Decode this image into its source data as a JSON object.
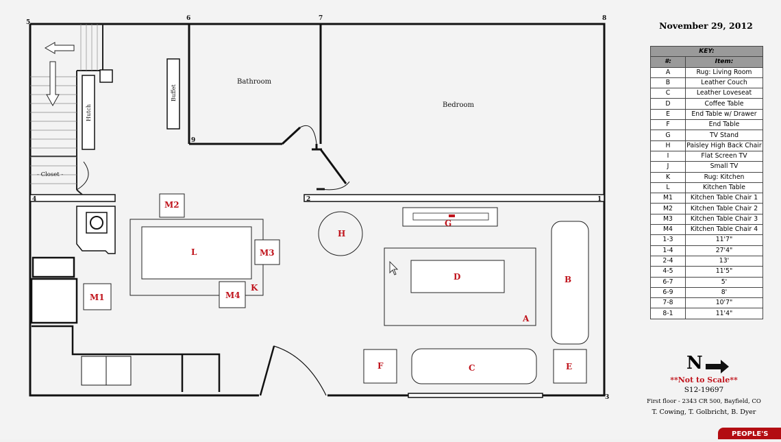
{
  "date": "November 29, 2012",
  "corner_labels": [
    "1",
    "2",
    "3",
    "4",
    "5",
    "6",
    "7",
    "8",
    "9"
  ],
  "rooms": {
    "bathroom": "Bathroom",
    "bedroom": "Bedroom",
    "closet": "- Closet -",
    "hutch": "Hutch",
    "buffet": "Buffet"
  },
  "items": {
    "A": "A",
    "B": "B",
    "C": "C",
    "D": "D",
    "E": "E",
    "F": "F",
    "G": "G",
    "H": "H",
    "K": "K",
    "L": "L",
    "M1": "M1",
    "M2": "M2",
    "M3": "M3",
    "M4": "M4"
  },
  "key": {
    "title": "KEY:",
    "col_num": "#:",
    "col_item": "Item:",
    "rows": [
      [
        "A",
        "Rug: Living Room"
      ],
      [
        "B",
        "Leather Couch"
      ],
      [
        "C",
        "Leather Loveseat"
      ],
      [
        "D",
        "Coffee Table"
      ],
      [
        "E",
        "End Table w/ Drawer"
      ],
      [
        "F",
        "End Table"
      ],
      [
        "G",
        "TV Stand"
      ],
      [
        "H",
        "Paisley High Back Chair"
      ],
      [
        "I",
        "Flat Screen TV"
      ],
      [
        "J",
        "Small TV"
      ],
      [
        "K",
        "Rug: Kitchen"
      ],
      [
        "L",
        "Kitchen Table"
      ],
      [
        "M1",
        "Kitchen Table Chair 1"
      ],
      [
        "M2",
        "Kitchen Table Chair 2"
      ],
      [
        "M3",
        "Kitchen Table Chair 3"
      ],
      [
        "M4",
        "Kitchen Table Chair 4"
      ],
      [
        "1-3",
        "11'7\""
      ],
      [
        "1-4",
        "27'4\""
      ],
      [
        "2-4",
        "13'"
      ],
      [
        "4-5",
        "11'5\""
      ],
      [
        "6-7",
        "5'"
      ],
      [
        "6-9",
        "8'"
      ],
      [
        "7-8",
        "10'7\""
      ],
      [
        "8-1",
        "11'4\""
      ]
    ]
  },
  "compass": "N",
  "scale_note": "**Not to Scale**",
  "case_number": "S12-19697",
  "address": "First floor - 2343 CR 500, Bayfield, CO",
  "authors": "T. Cowing, T. Golbricht, B. Dyer",
  "brand": "PEOPLE'S"
}
